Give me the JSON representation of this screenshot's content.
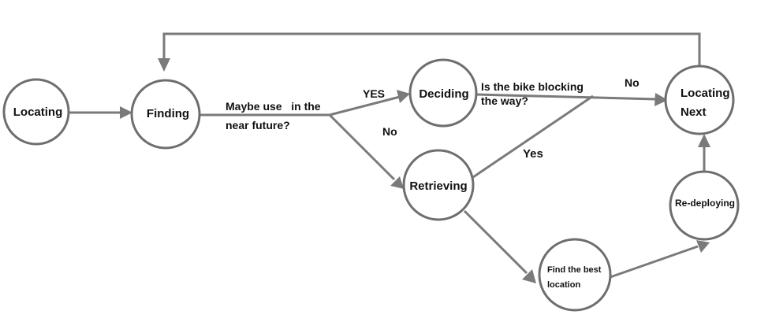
{
  "diagram": {
    "nodes": {
      "locating": "Locating",
      "finding": "Finding",
      "deciding": "Deciding",
      "retrieving": "Retrieving",
      "locating_next_line1": "Locating",
      "locating_next_line2": "Next",
      "redeploying": "Re-deploying",
      "find_best_line1": "Find the best",
      "find_best_line2": "location"
    },
    "edge_labels": {
      "maybe_use_line1": "Maybe use   in the",
      "maybe_use_line2": "near future?",
      "yes_upper": "YES",
      "no_lower": "No",
      "bike_blocking_line1": "Is the bike blocking",
      "bike_blocking_line2": "the way?",
      "no_upper": "No",
      "yes_lower": "Yes"
    }
  }
}
